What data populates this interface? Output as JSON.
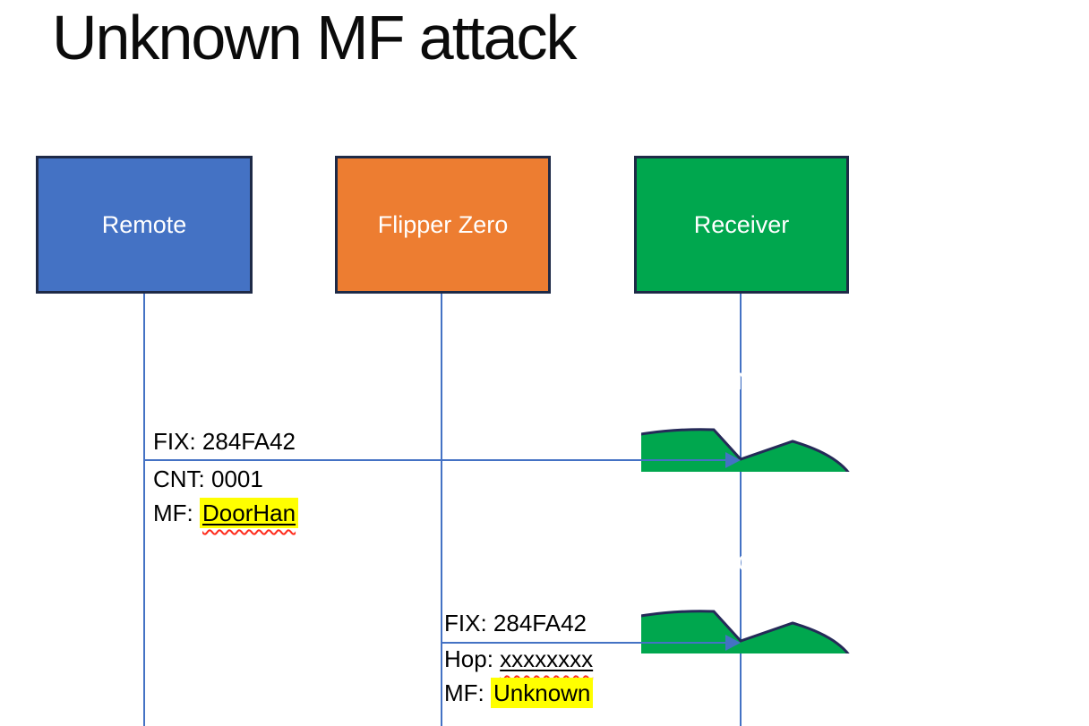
{
  "title": "Unknown MF attack",
  "actors": [
    {
      "id": "remote",
      "label": "Remote",
      "fill": "#4472c4"
    },
    {
      "id": "flipper-zero",
      "label": "Flipper Zero",
      "fill": "#ed7d31"
    },
    {
      "id": "receiver",
      "label": "Receiver",
      "fill": "#00a74e"
    }
  ],
  "messages": [
    {
      "from": "Remote",
      "to": "Receiver",
      "above": "FIX: 284FA42",
      "below1": "CNT: 0001",
      "below2_prefix": "MF: ",
      "below2_value": "DoorHan"
    },
    {
      "from": "Flipper Zero",
      "to": "Receiver",
      "above": "FIX: 284FA42",
      "below1_prefix": "Hop: ",
      "below1_value": "xxxxxxxx",
      "below2_prefix": "MF: ",
      "below2_value": "Unknown"
    }
  ],
  "callouts": [
    {
      "line1": "FIX good",
      "line2": "CNT 0001 good",
      "line3": "“Opened”"
    },
    {
      "line1": "FIX good",
      "line2": "CNT is ????",
      "line3": "“Opened”"
    }
  ],
  "colors": {
    "actor_blue": "#4472c4",
    "actor_orange": "#ed7d31",
    "actor_green": "#00a74e",
    "box_border": "#1e2a47",
    "callout_border": "#252a58",
    "arrow_blue": "#4472c4",
    "highlight_yellow": "#ffff00",
    "spellcheck_red": "#ff2a1a",
    "text_black": "#000000",
    "text_white": "#ffffff"
  }
}
